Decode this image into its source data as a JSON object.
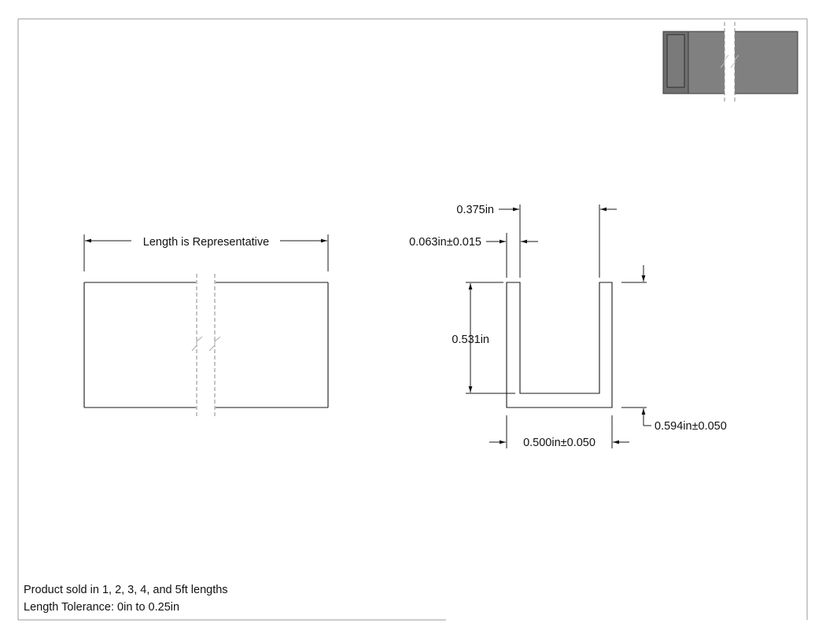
{
  "side_view": {
    "length_label": "Length is Representative"
  },
  "profile_view": {
    "dims": {
      "inner_width": "0.375in",
      "wall_thickness": "0.063in±0.015",
      "inner_depth": "0.531in",
      "outer_width": "0.500in±0.050",
      "outer_height": "0.594in±0.050"
    }
  },
  "notes": {
    "line1": "Product sold in 1, 2, 3, 4, and 5ft lengths",
    "line2": "Length Tolerance: 0in to 0.25in"
  },
  "colors": {
    "line": "#1a1a1a",
    "dash": "#8a8a8a",
    "thumb_fill": "#808080",
    "thumb_dark": "#5e5e5e"
  }
}
